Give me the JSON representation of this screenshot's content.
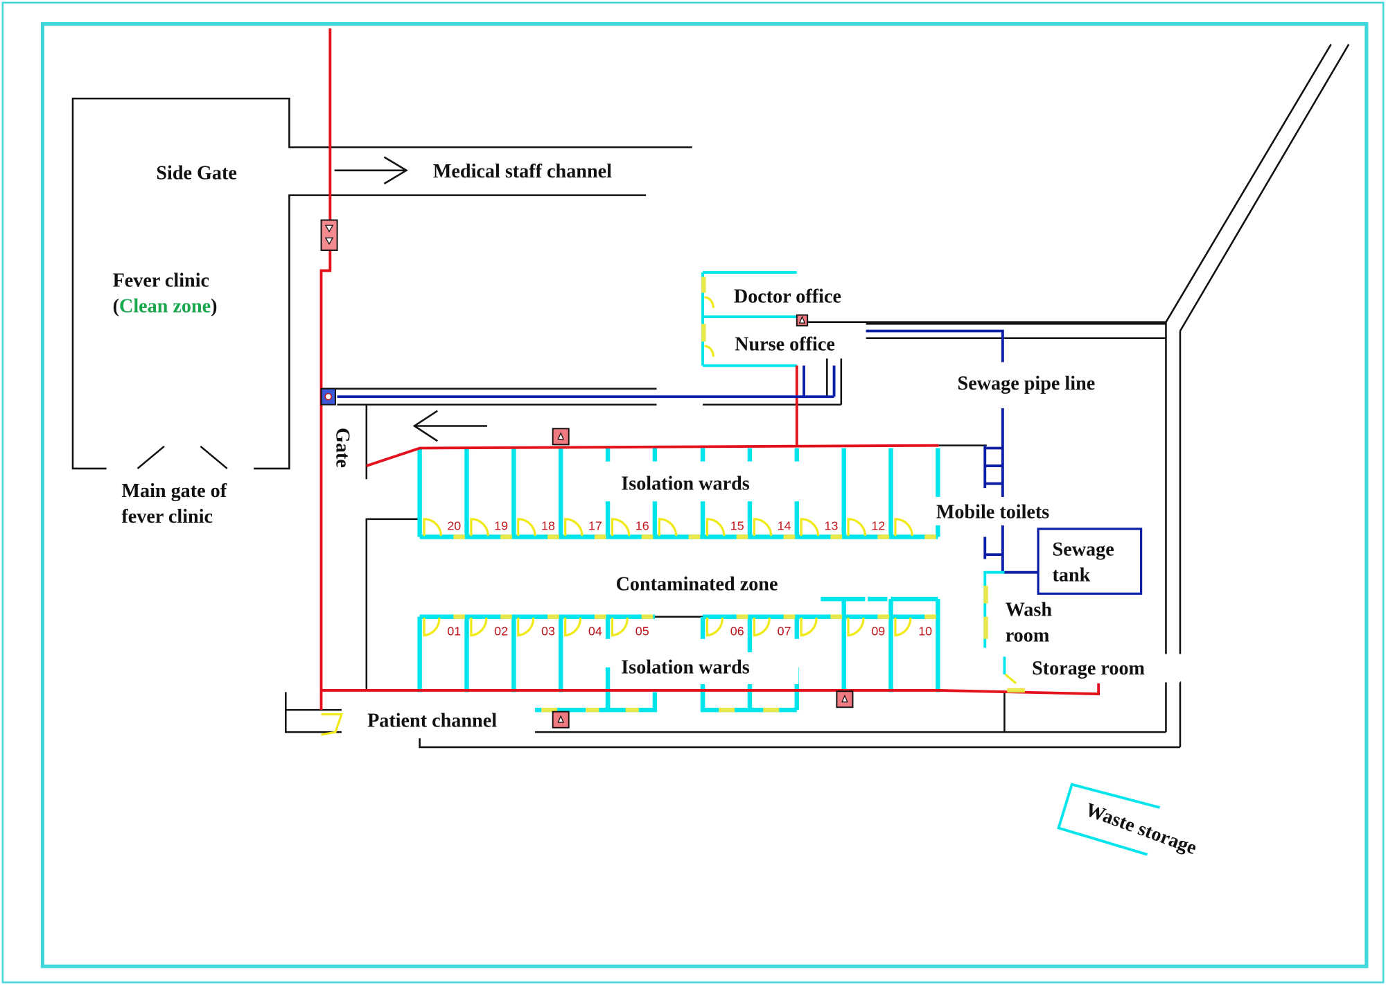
{
  "title": "Fever clinic and isolation ward floor plan",
  "colors": {
    "frame": "#3fd6dc",
    "wall": "#111111",
    "ward_wall": "#00e5ec",
    "contaminated_route": "#e3111b",
    "sewage_pipe": "#0b1fa6",
    "door": "#f1ea1a",
    "ward_number": "#c0151b",
    "clean_zone_text": "#1aa84f"
  },
  "labels": {
    "side_gate": "Side Gate",
    "medical_staff_channel": "Medical staff channel",
    "fever_clinic": "Fever clinic",
    "clean_zone_open": "(",
    "clean_zone": "Clean zone",
    "clean_zone_close": ")",
    "main_gate_line1": "Main gate of",
    "main_gate_line2": "fever clinic",
    "gate": "Gate",
    "doctor_office": "Doctor office",
    "nurse_office": "Nurse office",
    "sewage_pipe_line": "Sewage pipe line",
    "isolation_wards_top": "Isolation wards",
    "isolation_wards_bottom": "Isolation wards",
    "mobile_toilets": "Mobile toilets",
    "sewage_tank_line1": "Sewage",
    "sewage_tank_line2": "tank",
    "contaminated_zone": "Contaminated zone",
    "wash_room_line1": "Wash",
    "wash_room_line2": "room",
    "storage_room": "Storage room",
    "patient_channel": "Patient channel",
    "waste_storage": "Waste storage"
  },
  "wards": {
    "top_row": [
      "20",
      "19",
      "18",
      "17",
      "16",
      "",
      "15",
      "14",
      "13",
      "12",
      ""
    ],
    "bottom_row": [
      "01",
      "02",
      "03",
      "04",
      "05",
      "",
      "06",
      "07",
      "",
      "09",
      "10"
    ]
  },
  "icons": {
    "buffer_room_marker": "warning-triangle-icon",
    "sewage_outlet": "circle-outlet-icon",
    "direction_arrow": "arrow-icon"
  }
}
